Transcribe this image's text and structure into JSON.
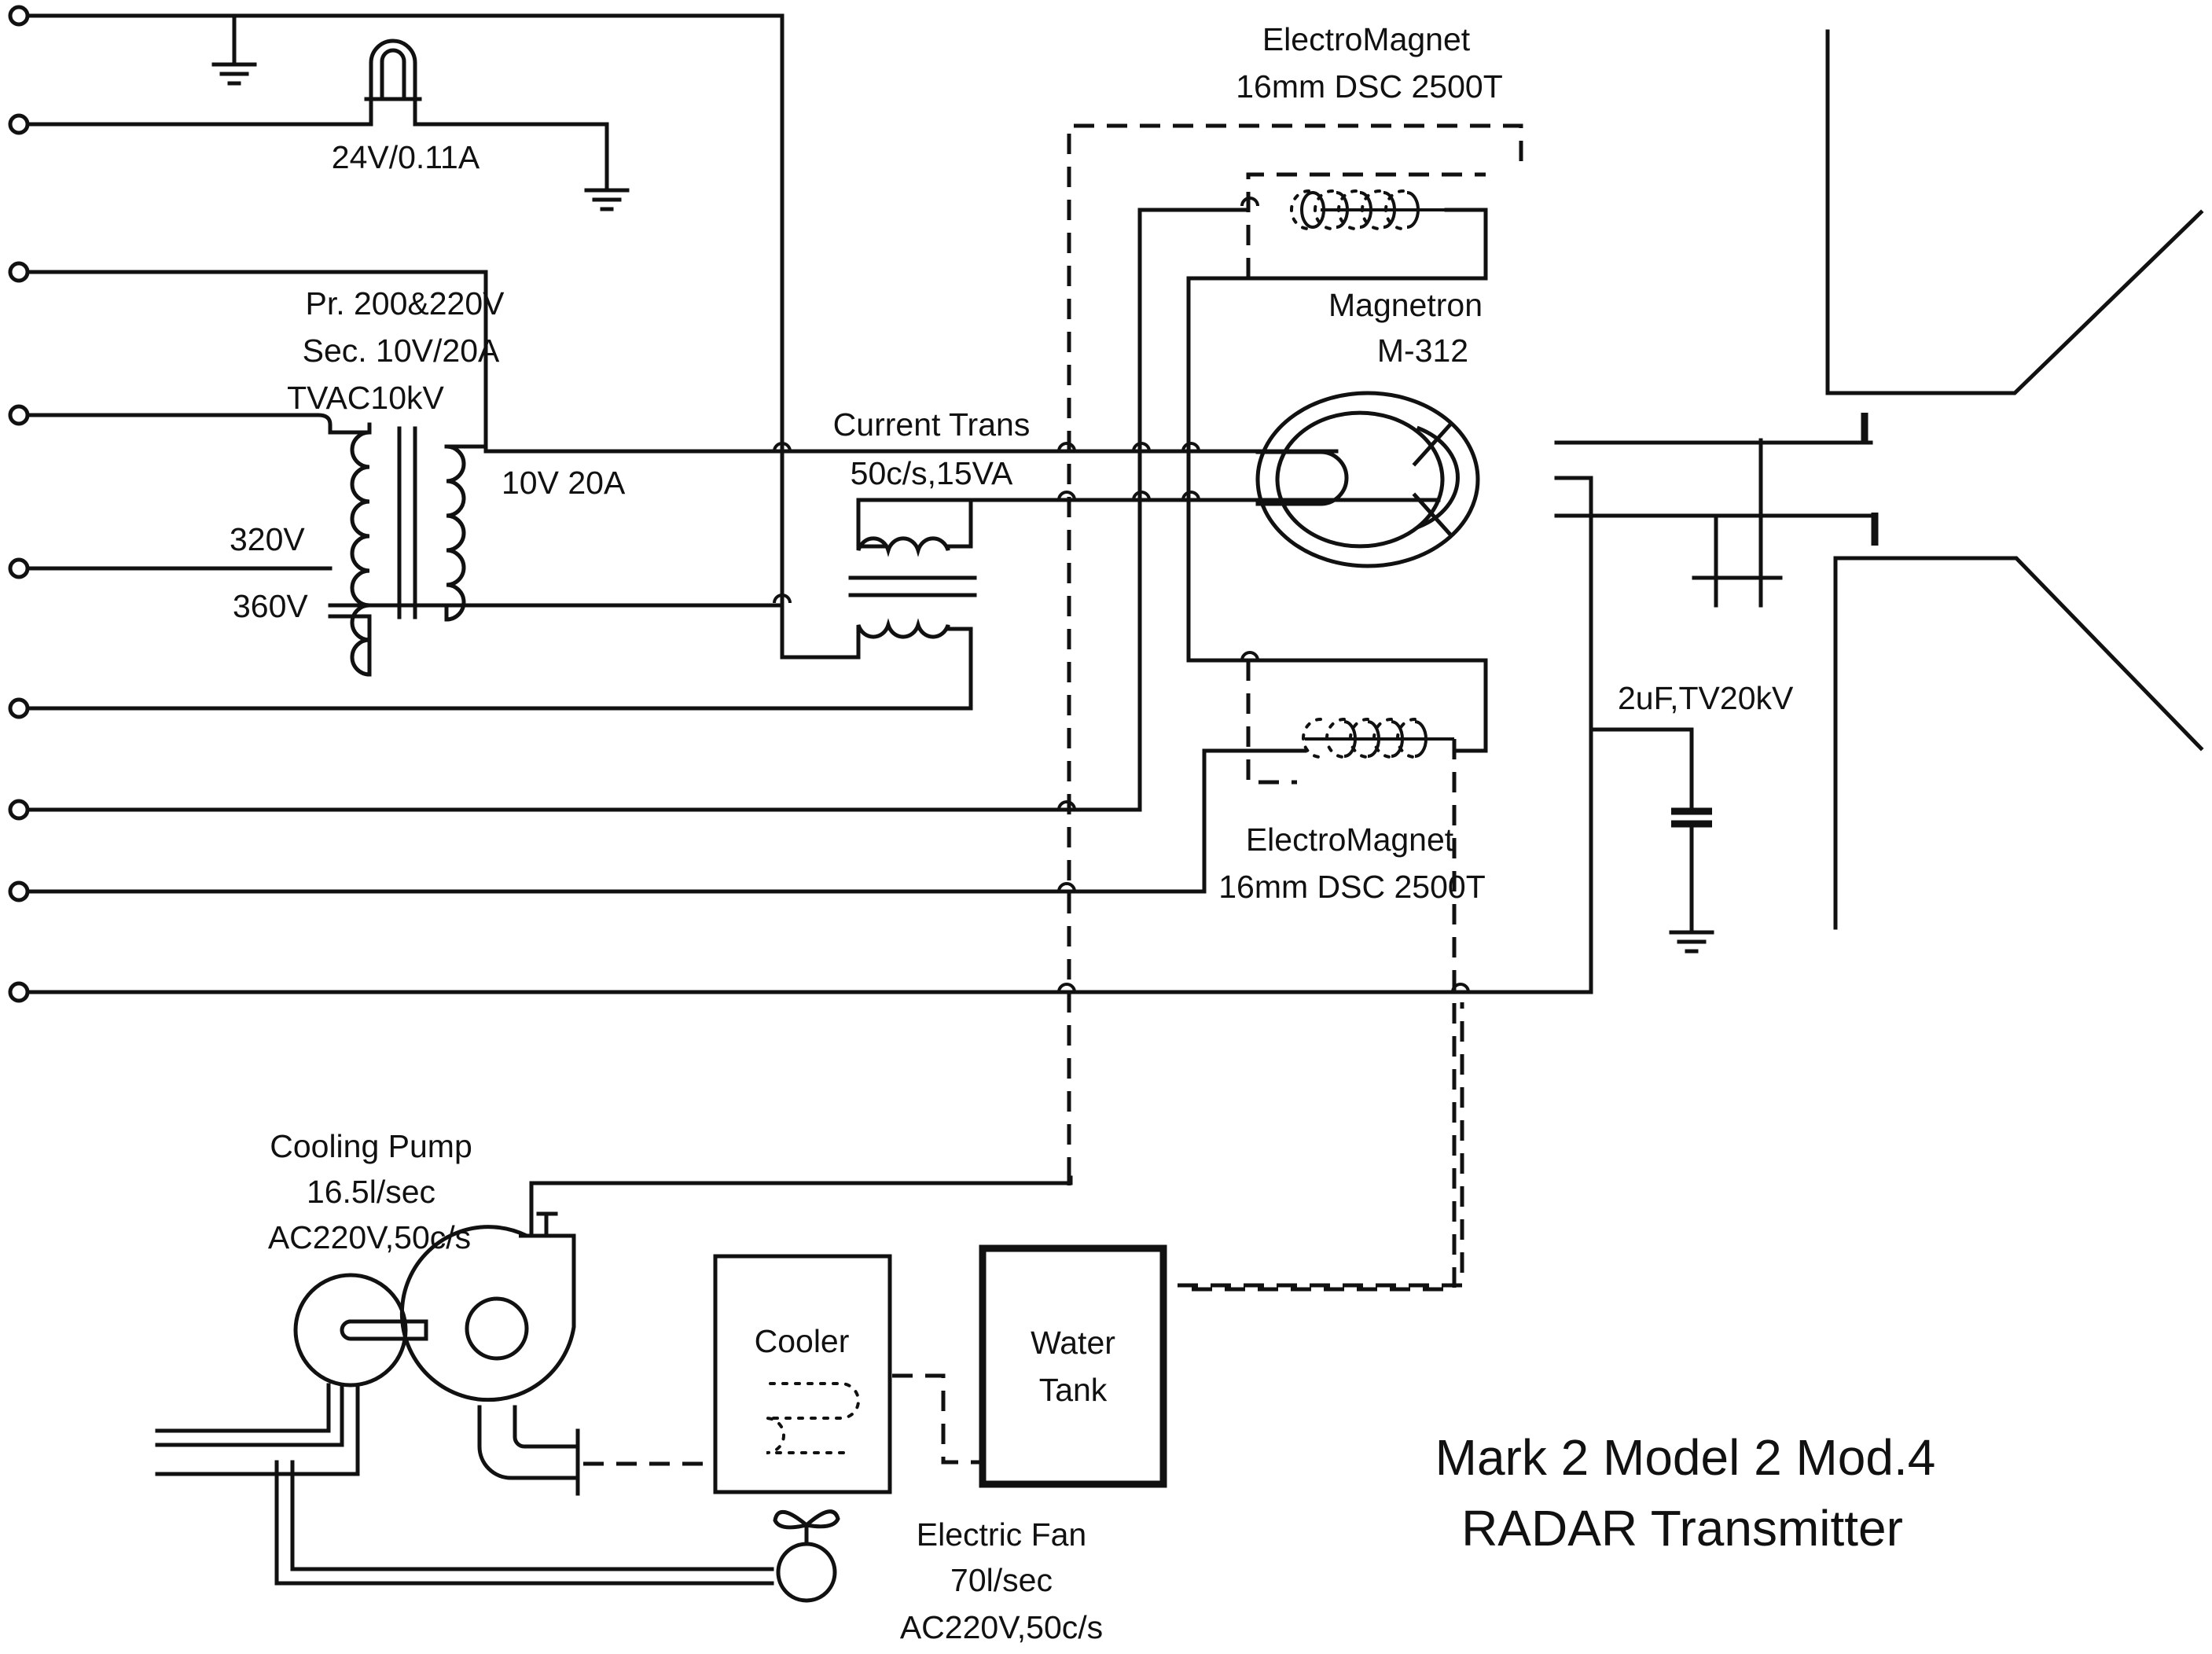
{
  "title": {
    "line1": "Mark 2 Model 2 Mod.4",
    "line2": "RADAR Transmitter"
  },
  "lamp": {
    "rating": "24V/0.11A"
  },
  "transformer": {
    "primary": "Pr. 200&220V",
    "secondary": "Sec. 10V/20A",
    "test": "TVAC10kV",
    "secondary_out": "10V 20A",
    "tap1": "320V",
    "tap2": "360V"
  },
  "current_trans": {
    "name": "Current Trans",
    "rating": "50c/s,15VA"
  },
  "electromagnet_top": {
    "name": "ElectroMagnet",
    "spec": "16mm DSC 2500T"
  },
  "electromagnet_bottom": {
    "name": "ElectroMagnet",
    "spec": "16mm DSC 2500T"
  },
  "magnetron": {
    "name": "Magnetron",
    "model": "M-312"
  },
  "capacitor": {
    "rating": "2uF,TV20kV"
  },
  "cooling_pump": {
    "name": "Cooling Pump",
    "flow": "16.5l/sec",
    "power": "AC220V,50c/s"
  },
  "cooler": {
    "name": "Cooler"
  },
  "water_tank": {
    "line1": "Water",
    "line2": "Tank"
  },
  "electric_fan": {
    "name": "Electric Fan",
    "flow": "70l/sec",
    "power": "AC220V,50c/s"
  }
}
